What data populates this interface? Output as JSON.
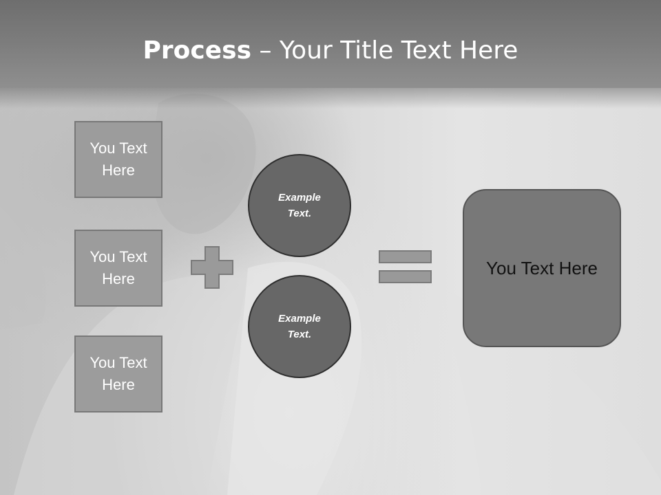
{
  "title": {
    "bold": "Process",
    "rest": " – Your Title Text Here"
  },
  "boxes": [
    {
      "line1": "You Text",
      "line2": "Here"
    },
    {
      "line1": "You Text",
      "line2": "Here"
    },
    {
      "line1": "You Text",
      "line2": "Here"
    }
  ],
  "circles": [
    {
      "line1": "Example",
      "line2": "Text."
    },
    {
      "line1": "Example",
      "line2": "Text."
    }
  ],
  "result": {
    "label": "You Text Here"
  },
  "icons": {
    "plus": "plus-icon",
    "equals": "equals-icon"
  },
  "colors": {
    "header": "#7a7a7a",
    "box_fill": "#9c9c9c",
    "circle_fill": "#676767",
    "result_fill": "#787878"
  }
}
